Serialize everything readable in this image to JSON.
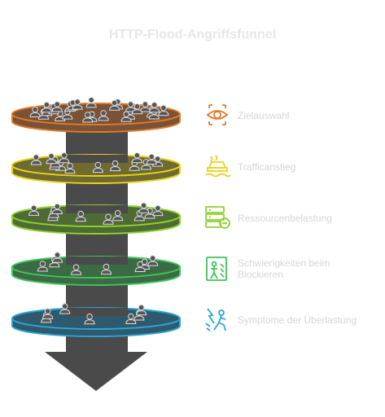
{
  "title": "HTTP-Flood-Angriffsfunnel",
  "stages": [
    {
      "label": "Zielauswahl",
      "color": "#e07b2a",
      "fill": "#7a5236",
      "icon": "eye-target-icon"
    },
    {
      "label": "Trafficanstieg",
      "color": "#e8d21a",
      "fill": "#6e6a30",
      "icon": "car-flood-icon"
    },
    {
      "label": "Ressourcenbelastung",
      "color": "#8fd12c",
      "fill": "#4f6b34",
      "icon": "server-minus-icon"
    },
    {
      "label": "Schwierigkeiten beim Blockieren",
      "color": "#3fc45a",
      "fill": "#3b6b44",
      "icon": "person-barrier-icon"
    },
    {
      "label": "Symptome der Überlastung",
      "color": "#2aa6d6",
      "fill": "#2f5a6e",
      "icon": "lightning-person-icon"
    }
  ]
}
